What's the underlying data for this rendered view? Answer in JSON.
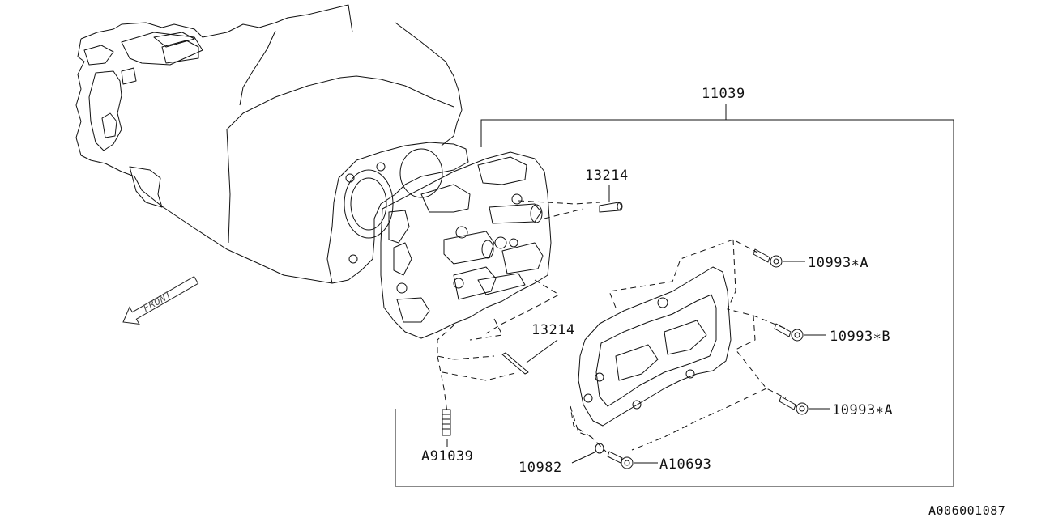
{
  "diagram": {
    "labels": {
      "assembly": "11039",
      "pin_upper": "13214",
      "pin_lower": "13214",
      "bolt_a_upper": "10993∗A",
      "bolt_b": "10993∗B",
      "bolt_a_lower": "10993∗A",
      "stud": "A91039",
      "washer": "10982",
      "plug_bolt": "A10693",
      "front": "FRONT",
      "figure_code": "A006001087"
    }
  }
}
